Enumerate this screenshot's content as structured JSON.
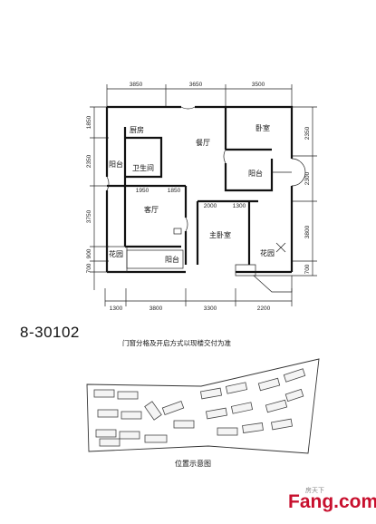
{
  "plan": {
    "top_dims": [
      "3850",
      "3650",
      "3500"
    ],
    "bottom_dims": [
      "1300",
      "3800",
      "3300",
      "2200"
    ],
    "left_dims": [
      "1850",
      "2350",
      "3750",
      "900",
      "700"
    ],
    "right_dims": [
      "2350",
      "2300",
      "3800",
      "700"
    ],
    "inner_dims": [
      "1950",
      "1850",
      "2000",
      "1300"
    ],
    "rooms": {
      "kitchen": "厨房",
      "dining": "餐厅",
      "bedroom": "卧室",
      "balcony_left": "阳台",
      "bathroom": "卫生间",
      "balcony_right": "阳台",
      "living": "客厅",
      "master": "主卧室",
      "garden_left": "花园",
      "garden_right": "花园",
      "balcony_bottom": "阳台"
    }
  },
  "unit_code": "8-30102",
  "note": "门窗分格及开启方式以现楼交付为准",
  "site_map": {
    "caption": "位置示意图"
  },
  "watermark": {
    "brand": "Fang.com",
    "sub": "房天下"
  }
}
